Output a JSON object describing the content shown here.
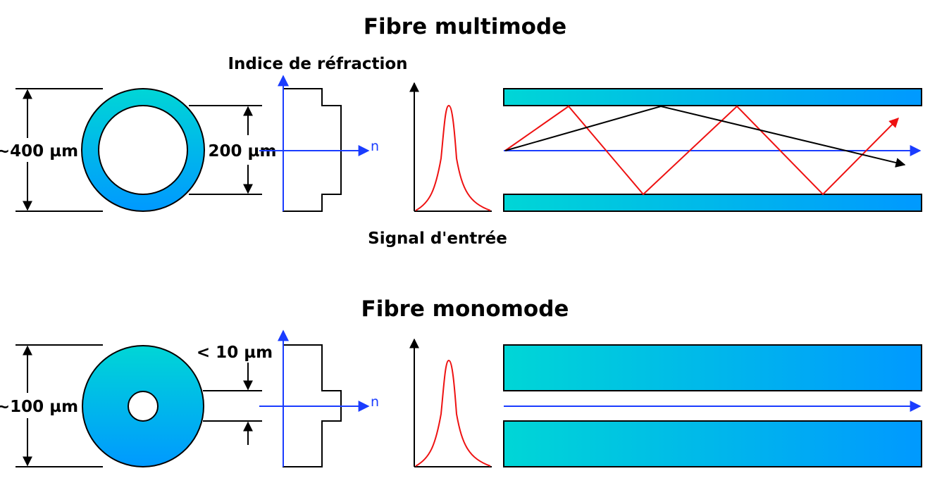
{
  "multimode": {
    "title": "Fibre multimode",
    "refraction_label": "Indice de réfraction",
    "outer_diameter": "~400 µm",
    "core_diameter": "200 µm",
    "axis_label": "n",
    "signal_label": "Signal d'entrée"
  },
  "monomode": {
    "title": "Fibre monomode",
    "outer_diameter": "~100 µm",
    "core_diameter": "< 10 µm",
    "axis_label": "n"
  },
  "colors": {
    "cladding_top": "#00d6d6",
    "cladding_bottom": "#0099ff",
    "axis_blue": "#1a3cff",
    "ray_red": "#ee1111",
    "ray_black": "#000000"
  }
}
